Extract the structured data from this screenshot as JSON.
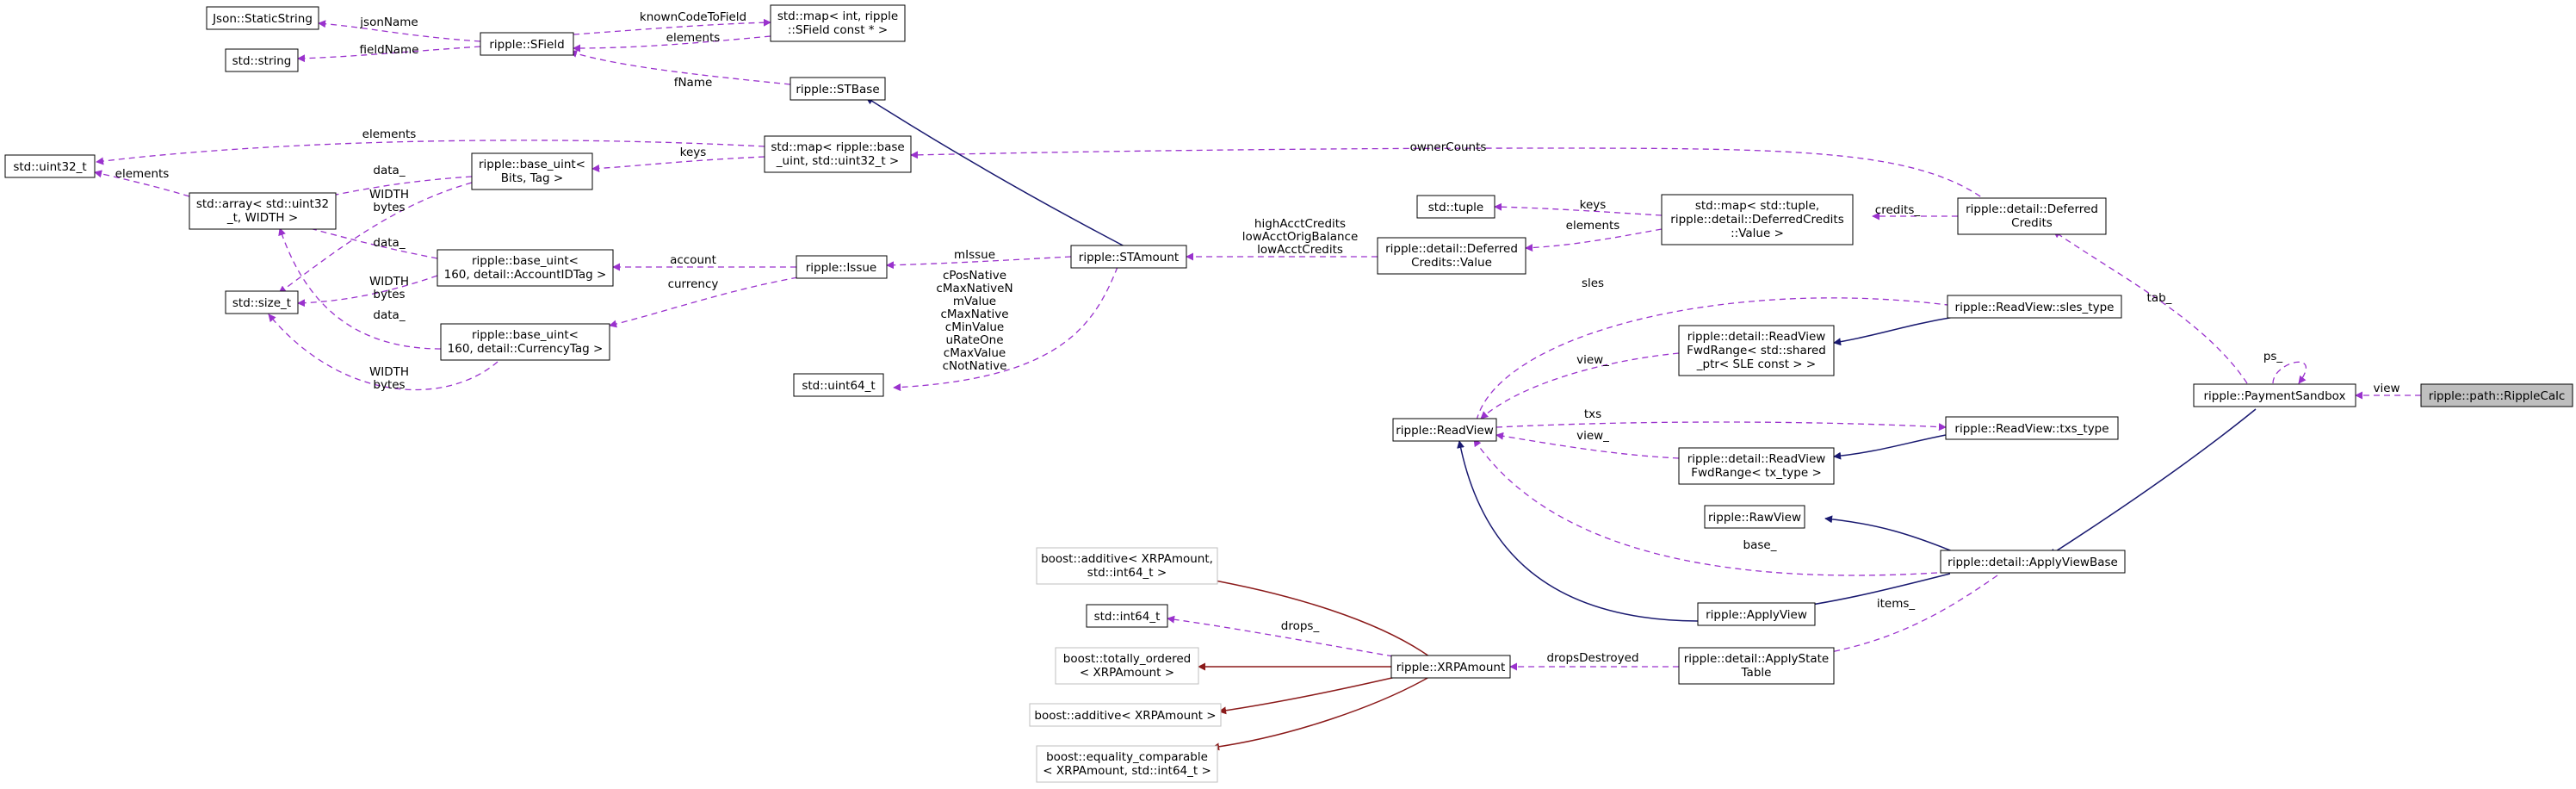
{
  "nodes": {
    "json_staticstring": [
      "Json::StaticString"
    ],
    "std_string": [
      "std::string"
    ],
    "sfield": [
      "ripple::SField"
    ],
    "map_int_sfield": [
      "std::map< int, ripple",
      "::SField const * >"
    ],
    "stbase": [
      "ripple::STBase"
    ],
    "uint32": [
      "std::uint32_t"
    ],
    "map_base_uint": [
      "std::map< ripple::base",
      "_uint, std::uint32_t >"
    ],
    "array_uint32": [
      "std::array< std::uint32",
      "_t, WIDTH >"
    ],
    "base_uint_bits": [
      "ripple::base_uint<",
      "Bits, Tag >"
    ],
    "size_t": [
      "std::size_t"
    ],
    "base_uint_account": [
      "ripple::base_uint<",
      "160, detail::AccountIDTag >"
    ],
    "issue": [
      "ripple::Issue"
    ],
    "stamount": [
      "ripple::STAmount"
    ],
    "base_uint_currency": [
      "ripple::base_uint<",
      "160, detail::CurrencyTag >"
    ],
    "uint64": [
      "std::uint64_t"
    ],
    "deferred_value": [
      "ripple::detail::Deferred",
      "Credits::Value"
    ],
    "tuple": [
      "std::tuple"
    ],
    "map_tuple": [
      "std::map< std::tuple,",
      "ripple::detail::DeferredCredits",
      "::Value >"
    ],
    "deferred_credits": [
      "ripple::detail::Deferred",
      "Credits"
    ],
    "sles_type": [
      "ripple::ReadView::sles_type"
    ],
    "fwdrange_sle": [
      "ripple::detail::ReadView",
      "FwdRange< std::shared",
      "_ptr< SLE const > >"
    ],
    "readview": [
      "ripple::ReadView"
    ],
    "txs_type": [
      "ripple::ReadView::txs_type"
    ],
    "fwdrange_tx": [
      "ripple::detail::ReadView",
      "FwdRange< tx_type >"
    ],
    "payment_sandbox": [
      "ripple::PaymentSandbox"
    ],
    "ripple_calc": [
      "ripple::path::RippleCalc"
    ],
    "rawview": [
      "ripple::RawView"
    ],
    "apply_view_base": [
      "ripple::detail::ApplyViewBase"
    ],
    "applyview": [
      "ripple::ApplyView"
    ],
    "apply_state_table": [
      "ripple::detail::ApplyState",
      "Table"
    ],
    "additive_int64": [
      "boost::additive< XRPAmount,",
      "std::int64_t >"
    ],
    "int64": [
      "std::int64_t"
    ],
    "totally_ordered": [
      "boost::totally_ordered",
      "< XRPAmount >"
    ],
    "xrpamount": [
      "ripple::XRPAmount"
    ],
    "additive_xrp": [
      "boost::additive< XRPAmount >"
    ],
    "equality_comparable": [
      "boost::equality_comparable",
      "< XRPAmount, std::int64_t >"
    ]
  },
  "edge_labels": {
    "jsonName": [
      "jsonName"
    ],
    "knownCodeToField": [
      "knownCodeToField"
    ],
    "fieldName": [
      "fieldName"
    ],
    "elements_sfield": [
      "elements"
    ],
    "fName": [
      "fName"
    ],
    "elements_uint32_map": [
      "elements"
    ],
    "elements_uint32_array": [
      "elements"
    ],
    "keys_base_uint": [
      "keys"
    ],
    "ownerCounts": [
      "ownerCounts"
    ],
    "data_bits": [
      "data_"
    ],
    "width_bits": [
      "WIDTH",
      "bytes"
    ],
    "data_account": [
      "data_"
    ],
    "width_account": [
      "WIDTH",
      "bytes"
    ],
    "data_currency": [
      "data_"
    ],
    "width_currency": [
      "WIDTH",
      "bytes"
    ],
    "account": [
      "account"
    ],
    "currency": [
      "currency"
    ],
    "mIssue": [
      "mIssue"
    ],
    "stamount_to_value": [
      "highAcctCredits",
      "lowAcctOrigBalance",
      "lowAcctCredits"
    ],
    "stamount_to_uint64": [
      "cPosNative",
      "cMaxNativeN",
      "mValue",
      "cMaxNative",
      "cMinValue",
      "uRateOne",
      "cMaxValue",
      "cNotNative"
    ],
    "keys_tuple": [
      "keys"
    ],
    "elements_value": [
      "elements"
    ],
    "credits": [
      "credits_"
    ],
    "tab": [
      "tab_"
    ],
    "ps": [
      "ps_"
    ],
    "view": [
      "view"
    ],
    "sles": [
      "sles"
    ],
    "view_sle": [
      "view_"
    ],
    "txs": [
      "txs"
    ],
    "view_tx": [
      "view_"
    ],
    "base": [
      "base_"
    ],
    "items": [
      "items_"
    ],
    "drops": [
      "drops_"
    ],
    "dropsDestroyed": [
      "dropsDestroyed"
    ]
  },
  "colors": {
    "inheritance": "#191970",
    "usage": "#9a32cd",
    "template": "#8b1a1a",
    "highlight_fill": "#bfbfbf",
    "grey_border": "#bfbfbf"
  }
}
